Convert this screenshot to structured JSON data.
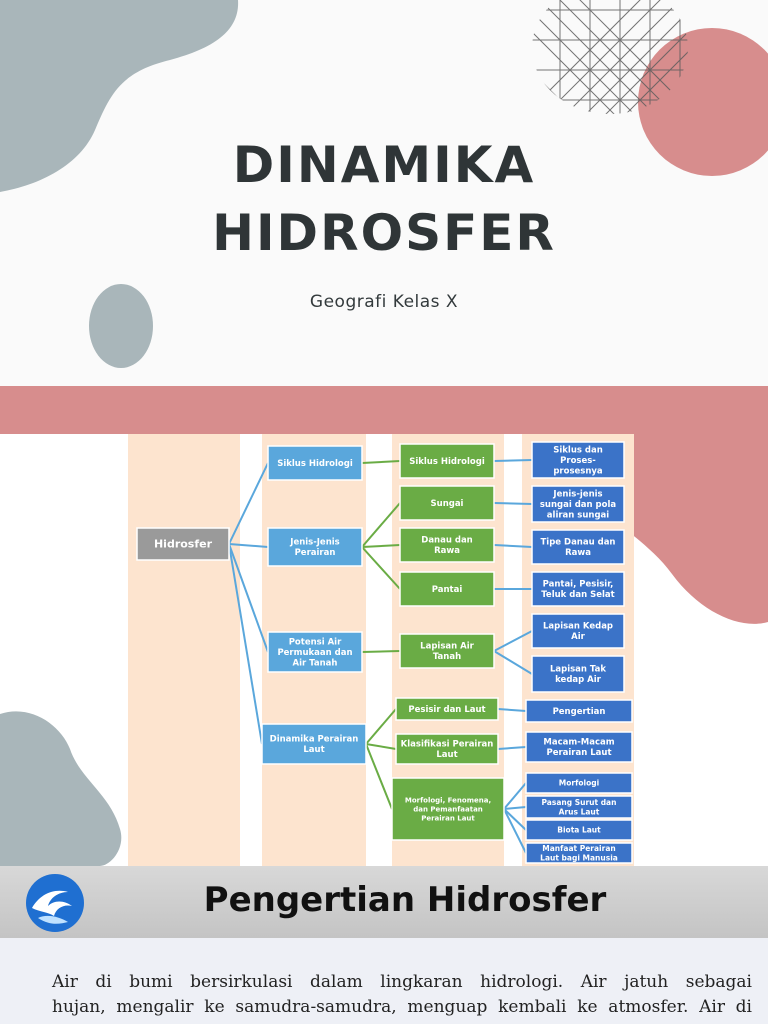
{
  "slide1": {
    "title_line1": "DINAMIKA",
    "title_line2": "HIDROSFER",
    "subtitle": "Geografi Kelas X"
  },
  "concept_map": {
    "root": "Hidrosfer",
    "level1": [
      [
        "Siklus Hidrologi"
      ],
      [
        "Jenis-Jenis",
        "Perairan"
      ],
      [
        "Potensi Air",
        "Permukaan dan",
        "Air Tanah"
      ],
      [
        "Dinamika Perairan",
        "Laut"
      ]
    ],
    "level2": [
      [
        "Siklus Hidrologi"
      ],
      [
        "Sungai"
      ],
      [
        "Danau dan",
        "Rawa"
      ],
      [
        "Pantai"
      ],
      [
        "Lapisan Air",
        "Tanah"
      ],
      [
        "Pesisir dan Laut"
      ],
      [
        "Klasifikasi Perairan",
        "Laut"
      ],
      [
        "Morfologi, Fenomena,",
        "dan Pemanfaatan",
        "Perairan Laut"
      ]
    ],
    "level3": [
      [
        "Siklus dan",
        "Proses-",
        "prosesnya"
      ],
      [
        "Jenis-jenis",
        "sungai dan pola",
        "aliran sungai"
      ],
      [
        "Tipe Danau dan",
        "Rawa"
      ],
      [
        "Pantai, Pesisir,",
        "Teluk dan Selat"
      ],
      [
        "Lapisan Kedap",
        "Air"
      ],
      [
        "Lapisan Tak",
        "kedap Air"
      ],
      [
        "Pengertian"
      ],
      [
        "Macam-Macam",
        "Perairan Laut"
      ],
      [
        "Morfologi"
      ],
      [
        "Pasang Surut dan",
        "Arus Laut"
      ],
      [
        "Biota Laut"
      ],
      [
        "Manfaat Perairan",
        "Laut bagi Manusia"
      ]
    ],
    "colors": {
      "root": "#9a9a9a",
      "level1": "#5aa7dc",
      "level2": "#6aac45",
      "level3": "#3b73c8",
      "column_bg": "#fde4cf",
      "line_blue": "#5aa7dc",
      "line_green": "#6aac45"
    }
  },
  "slide3": {
    "heading": "Pengertian Hidrosfer",
    "paragraph_lines": [
      "Air di bumi bersirkulasi dalam lingkaran hidrologi. Air jatuh sebagai",
      "hujan, mengalir ke samudra-samudra, menguap kembali ke atmosfer. Air di"
    ]
  },
  "decor_colors": {
    "gray_blob": "#a9b6ba",
    "pink": "#d78d8d",
    "title_text": "#2f3537"
  }
}
